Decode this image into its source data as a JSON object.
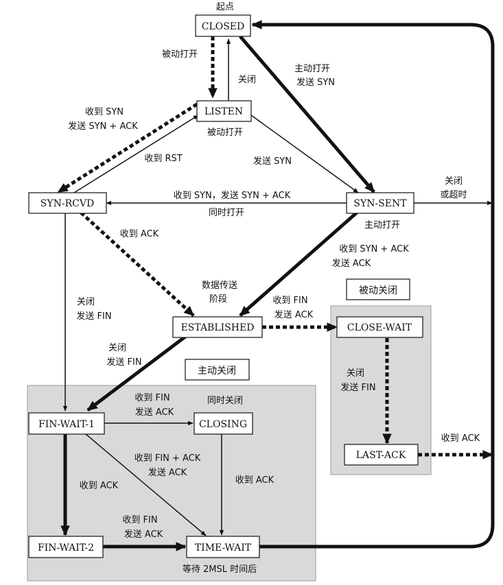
{
  "states": {
    "closed": "CLOSED",
    "listen": "LISTEN",
    "syn_rcvd": "SYN-RCVD",
    "syn_sent": "SYN-SENT",
    "established": "ESTABLISHED",
    "close_wait": "CLOSE-WAIT",
    "last_ack": "LAST-ACK",
    "fin_wait_1": "FIN-WAIT-1",
    "closing": "CLOSING",
    "fin_wait_2": "FIN-WAIT-2",
    "time_wait": "TIME-WAIT"
  },
  "regions": {
    "passive_close": "被动关闭",
    "active_close": "主动关闭"
  },
  "labels": {
    "start": "起点",
    "passive_open_1": "被动打开",
    "close_1": "关闭",
    "active_open_1": "主动打开",
    "send_syn_1": "发送 SYN",
    "recv_syn": "收到 SYN",
    "send_syn_ack": "发送 SYN + ACK",
    "passive_open_2": "被动打开",
    "recv_rst": "收到 RST",
    "send_syn_2": "发送 SYN",
    "close_or_timeout_1": "关闭",
    "close_or_timeout_2": "或超时",
    "simul_recv": "收到 SYN，发送 SYN + ACK",
    "simul_open": "同时打开",
    "active_open_2": "主动打开",
    "recv_ack_1": "收到 ACK",
    "recv_synack_1": "收到 SYN + ACK",
    "recv_synack_2": "发送 ACK",
    "data_transfer_1": "数据传送",
    "data_transfer_2": "阶段",
    "recv_fin_1": "收到 FIN",
    "send_ack_1": "发送 ACK",
    "close_sendfin_a1": "关闭",
    "close_sendfin_a2": "发送 FIN",
    "close_sendfin_b1": "关闭",
    "close_sendfin_b2": "发送 FIN",
    "close_sendfin_c1": "关闭",
    "close_sendfin_c2": "发送 FIN",
    "recv_fin_2": "收到 FIN",
    "send_ack_2": "发送 ACK",
    "simul_close": "同时关闭",
    "recv_finack_1": "收到 FIN + ACK",
    "recv_finack_2": "发送 ACK",
    "recv_ack_2": "收到 ACK",
    "recv_ack_3": "收到 ACK",
    "recv_fin_3": "收到 FIN",
    "send_ack_3": "发送 ACK",
    "recv_ack_4": "收到 ACK",
    "wait_2msl": "等待 2MSL 时间后"
  }
}
